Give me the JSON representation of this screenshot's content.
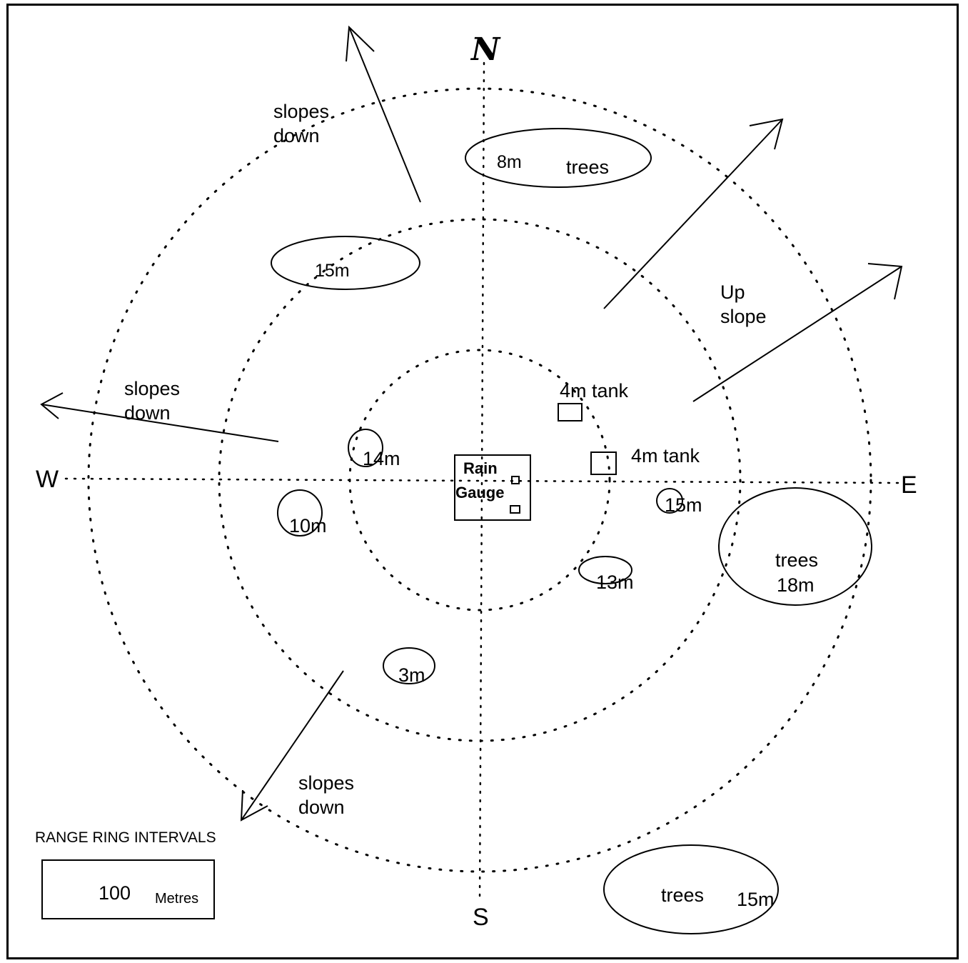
{
  "compass": {
    "north": "N",
    "south": "S",
    "east": "E",
    "west": "W"
  },
  "rain_gauge": {
    "line1": "Rain",
    "line2": "Gauge"
  },
  "obstacles": {
    "trees_north": {
      "height": "8m",
      "label": "trees"
    },
    "nw_obstacle": {
      "height": "15m"
    },
    "tank_upper": {
      "label": "4m tank"
    },
    "tank_lower": {
      "label": "4m tank"
    },
    "west_inner": {
      "height": "14m"
    },
    "west_mid": {
      "height": "10m"
    },
    "east_inner": {
      "height": "15m"
    },
    "south_east_inner": {
      "height": "13m"
    },
    "south_west": {
      "height": "3m"
    },
    "trees_east": {
      "label": "trees",
      "height": "18m"
    },
    "trees_south": {
      "label": "trees",
      "height": "15m"
    }
  },
  "slopes": {
    "north_west": {
      "line1": "slopes",
      "line2": "down"
    },
    "west": {
      "line1": "slopes",
      "line2": "down"
    },
    "south_west": {
      "line1": "slopes",
      "line2": "down"
    },
    "north_east": {
      "line1": "Up",
      "line2": "slope"
    }
  },
  "legend": {
    "title": "RANGE RING INTERVALS",
    "value": "100",
    "unit": "Metres"
  }
}
